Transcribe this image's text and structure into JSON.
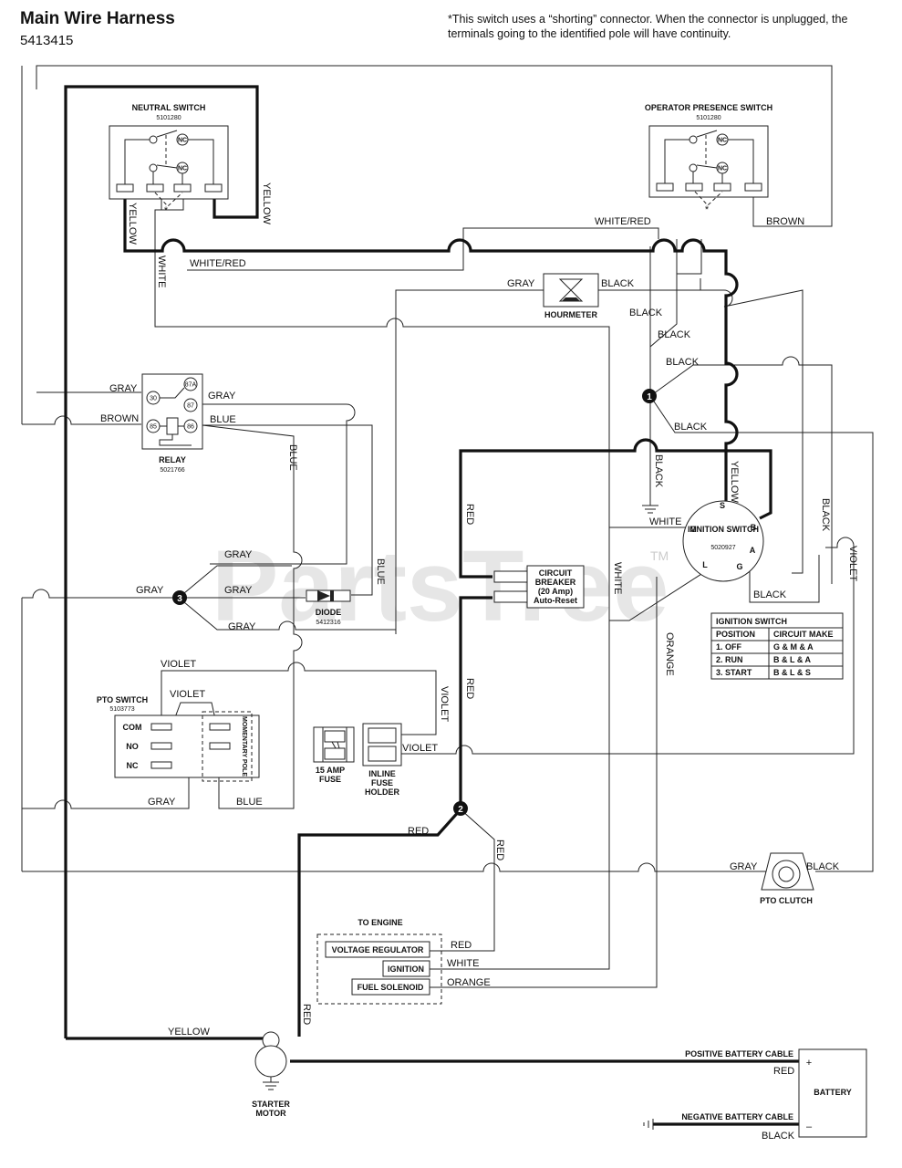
{
  "title": "Main Wire Harness",
  "part_number": "5413415",
  "note": "*This switch uses a “shorting” connector. When the connector is unplugged, the terminals going to the identified pole will have continuity.",
  "watermark": "PartsTree",
  "watermark_tm": "TM",
  "components": {
    "neutral_switch": {
      "name": "NEUTRAL SWITCH",
      "part": "5101280"
    },
    "operator_switch": {
      "name": "OPERATOR PRESENCE SWITCH",
      "part": "5101280"
    },
    "relay": {
      "name": "RELAY",
      "part": "5021766",
      "pins": [
        "30",
        "87A",
        "87",
        "85",
        "86"
      ]
    },
    "hourmeter": {
      "name": "HOURMETER"
    },
    "ignition_switch": {
      "name": "IGNITION SWITCH",
      "part": "5020927",
      "terminals": [
        "S",
        "B",
        "A",
        "G",
        "L",
        "M"
      ]
    },
    "circuit_breaker": {
      "line1": "CIRCUIT",
      "line2": "BREAKER",
      "line3": "(20 Amp)",
      "line4": "Auto-Reset"
    },
    "diode": {
      "name": "DIODE",
      "part": "5412316"
    },
    "pto_switch": {
      "name": "PTO SWITCH",
      "part": "5103773",
      "terminals": [
        "COM",
        "NO",
        "NC"
      ],
      "pole": "MOMENTARY POLE"
    },
    "fuse": {
      "line1": "15 AMP",
      "line2": "FUSE"
    },
    "fuse_holder": {
      "line1": "INLINE",
      "line2": "FUSE",
      "line3": "HOLDER"
    },
    "pto_clutch": {
      "name": "PTO CLUTCH"
    },
    "engine": {
      "heading": "TO ENGINE",
      "items": [
        "VOLTAGE REGULATOR",
        "IGNITION",
        "FUEL SOLENOID"
      ]
    },
    "starter": {
      "line1": "STARTER",
      "line2": "MOTOR"
    },
    "battery": {
      "name": "BATTERY",
      "plus": "+",
      "minus": "–"
    },
    "positive_cable": "POSITIVE BATTERY CABLE",
    "negative_cable": "NEGATIVE BATTERY CABLE"
  },
  "switch_table": {
    "title": "IGNITION SWITCH",
    "headers": [
      "POSITION",
      "CIRCUIT MAKE"
    ],
    "rows": [
      [
        "1. OFF",
        "G & M & A"
      ],
      [
        "2. RUN",
        "B & L & A"
      ],
      [
        "3. START",
        "B & L & S"
      ]
    ]
  },
  "wire_labels": {
    "yellow": "YELLOW",
    "white": "WHITE",
    "white_red": "WHITE/RED",
    "brown": "BROWN",
    "gray": "GRAY",
    "black": "BLACK",
    "blue": "BLUE",
    "red": "RED",
    "violet": "VIOLET",
    "orange": "ORANGE"
  },
  "splice_numbers": [
    "1",
    "2",
    "3"
  ],
  "switch_contacts": {
    "nc": "NC",
    "star": "*"
  }
}
